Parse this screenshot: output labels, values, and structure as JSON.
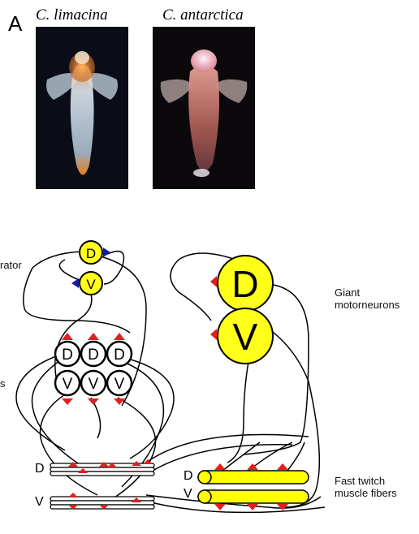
{
  "panel_letter": "A",
  "photos": [
    {
      "species": "C. limacina"
    },
    {
      "species": "C. antarctica"
    }
  ],
  "labels": {
    "left_top": "rator",
    "left_mid": "s",
    "giant": "Giant\nmotorneurons",
    "fast": "Fast twitch\nmuscle fibers",
    "d_fibers": "D",
    "v_fibers": "V",
    "d_fast": "D",
    "v_fast": "V"
  },
  "neurons": {
    "small_top": [
      "D",
      "V"
    ],
    "giant": [
      "D",
      "V"
    ],
    "row1": [
      "D",
      "D",
      "D"
    ],
    "row2": [
      "V",
      "V",
      "V"
    ]
  },
  "colors": {
    "neuron_fill": "#ffff1a",
    "muscle_fill": "#ffff00",
    "synapse_red": "#e02020",
    "synapse_blue": "#1a1aa0"
  }
}
